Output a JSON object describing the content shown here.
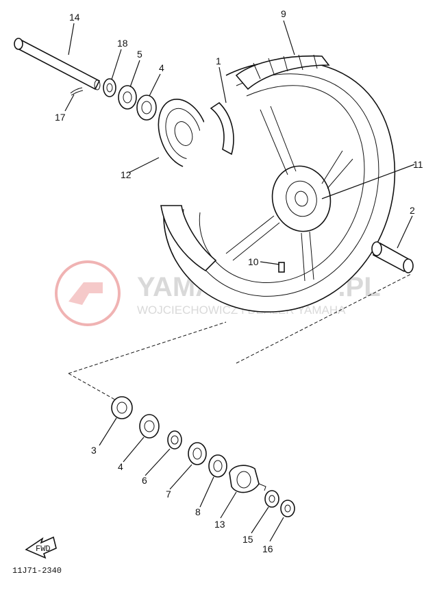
{
  "watermark": {
    "line1": "YAMAHA-SHOP.PL",
    "line2": "WOJCIECHOWICZ I DEALER YAMAHA",
    "color": "#e05a5a"
  },
  "diagram_code": "11J71-2340",
  "fwd_label": "FWD",
  "callouts": {
    "c1": "1",
    "c2": "2",
    "c3": "3",
    "c4a": "4",
    "c4b": "4",
    "c5": "5",
    "c6": "6",
    "c7": "7",
    "c8": "8",
    "c9": "9",
    "c10": "10",
    "c11": "11",
    "c12": "12",
    "c13": "13",
    "c14": "14",
    "c15": "15",
    "c16": "16",
    "c17": "17",
    "c18": "18"
  }
}
